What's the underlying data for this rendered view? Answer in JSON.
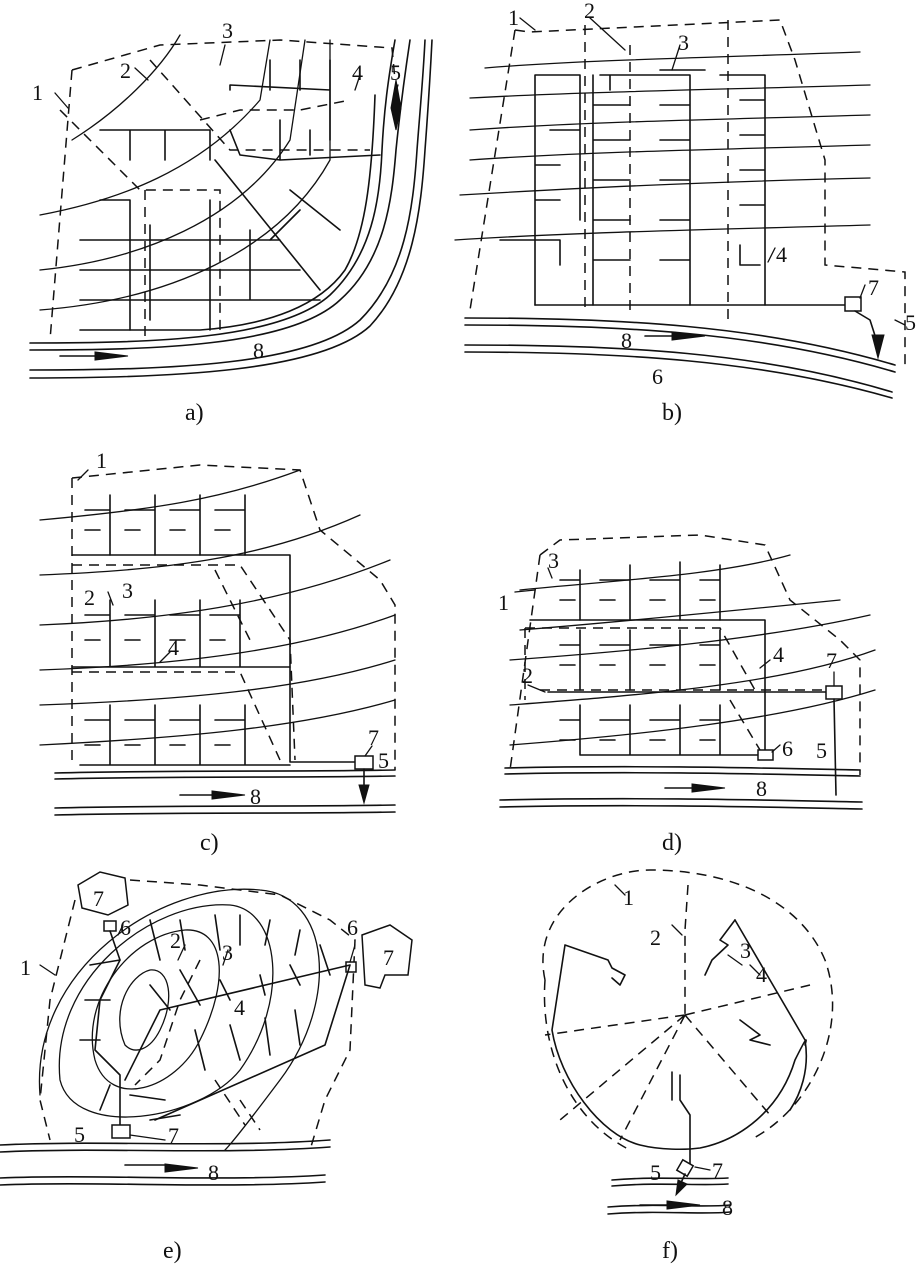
{
  "captions": {
    "a": "a)",
    "b": "b)",
    "c": "c)",
    "d": "d)",
    "e": "e)",
    "f": "f)"
  },
  "panels": {
    "a": {
      "labels": [
        "1",
        "2",
        "3",
        "4",
        "5",
        "8"
      ]
    },
    "b": {
      "labels": [
        "1",
        "2",
        "3",
        "4",
        "7",
        "5",
        "8",
        "6"
      ]
    },
    "c": {
      "labels": [
        "1",
        "2",
        "3",
        "4",
        "7",
        "5",
        "8"
      ]
    },
    "d": {
      "labels": [
        "3",
        "1",
        "4",
        "7",
        "2",
        "6",
        "5",
        "8"
      ]
    },
    "e": {
      "labels": [
        "7",
        "6",
        "1",
        "2",
        "3",
        "6",
        "7",
        "4",
        "5",
        "7",
        "8"
      ]
    },
    "f": {
      "labels": [
        "1",
        "2",
        "3",
        "4",
        "5",
        "7",
        "8"
      ]
    }
  }
}
